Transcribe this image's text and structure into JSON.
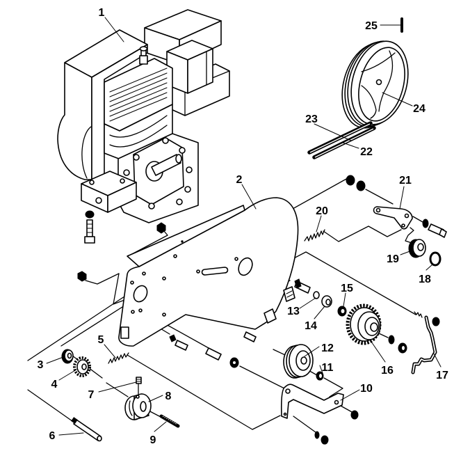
{
  "diagram": {
    "kind": "exploded parts view",
    "colors": {
      "line": "#000000",
      "background": "#ffffff",
      "label": "#000000"
    },
    "callouts": [
      {
        "number": "1"
      },
      {
        "number": "2"
      },
      {
        "number": "3"
      },
      {
        "number": "4"
      },
      {
        "number": "5"
      },
      {
        "number": "6"
      },
      {
        "number": "7"
      },
      {
        "number": "8"
      },
      {
        "number": "9"
      },
      {
        "number": "10"
      },
      {
        "number": "11"
      },
      {
        "number": "12"
      },
      {
        "number": "13"
      },
      {
        "number": "14"
      },
      {
        "number": "15"
      },
      {
        "number": "16"
      },
      {
        "number": "17"
      },
      {
        "number": "18"
      },
      {
        "number": "19"
      },
      {
        "number": "20"
      },
      {
        "number": "21"
      },
      {
        "number": "22"
      },
      {
        "number": "23"
      },
      {
        "number": "24"
      },
      {
        "number": "25"
      }
    ]
  }
}
